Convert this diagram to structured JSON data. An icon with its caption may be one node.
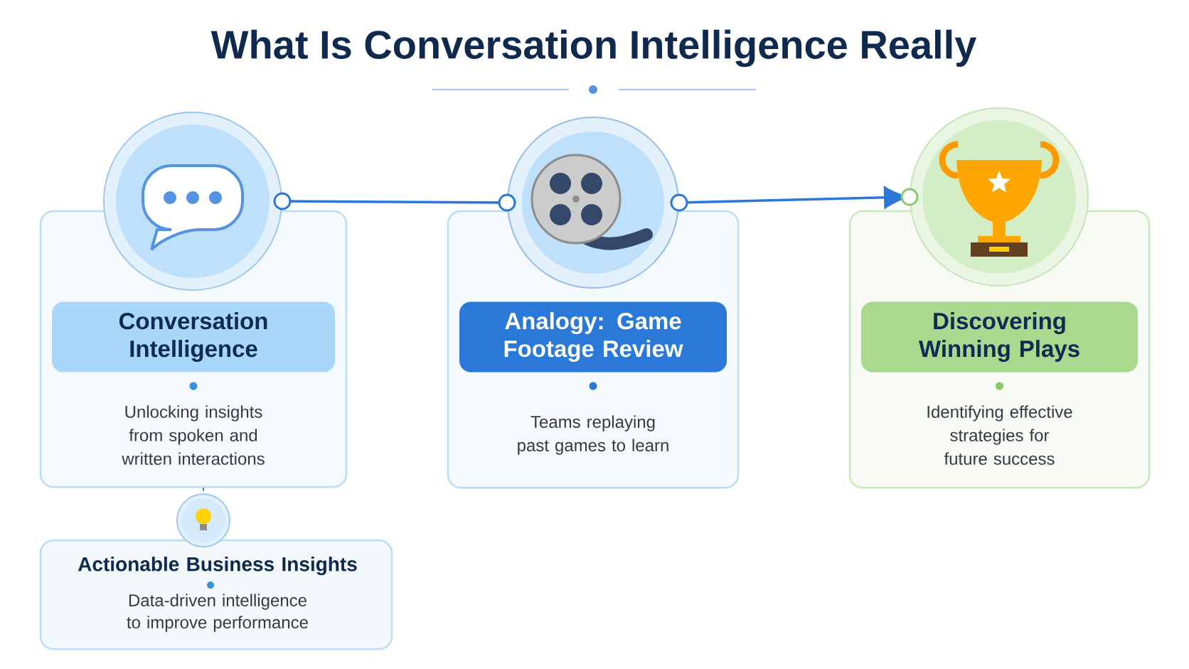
{
  "diagram": {
    "title": "What Is Conversation Intelligence Really",
    "nodes": [
      {
        "text": [
          "Conversation Intelligence",
          "Unlocking insights from spoken and written interactions"
        ]
      },
      {
        "text": [],
        "shape": "circle"
      },
      {
        "text": [
          "Analogy: Game Footage Review",
          "Teams replaying past games to learn"
        ]
      },
      {
        "text": [],
        "shape": "circle"
      },
      {
        "text": [
          "Discovering Winning Plays",
          "Identifying effective strategies for future success"
        ]
      },
      {
        "text": [],
        "shape": "circle"
      },
      {
        "text": [
          "Actionable Business Insights",
          "Data-driven intelligence to improve performance"
        ]
      },
      {
        "text": [],
        "shape": "circle"
      }
    ],
    "edges": [
      {
        "from": 1,
        "to": 3,
        "arrow": "other"
      },
      {
        "from": 3,
        "to": 5,
        "arrow": "to"
      },
      {
        "from": 0,
        "to": 7,
        "arrow": "none",
        "style": "dashed"
      }
    ]
  }
}
